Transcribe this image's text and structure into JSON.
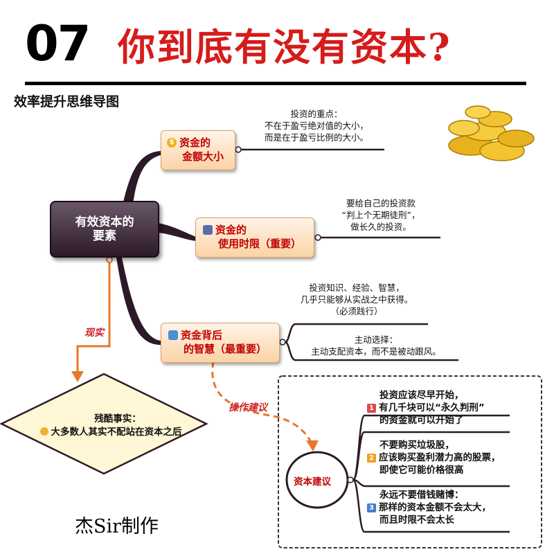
{
  "header": {
    "number": "07",
    "title": "你到底有没有资本?",
    "subtitle": "效率提升思维导图"
  },
  "central_node": "有效资本的\n要素",
  "branches": [
    {
      "label_line1": "资金的",
      "label_line2": "金额大小",
      "icon": "dollar-icon",
      "note": [
        "投资的重点：",
        "不在于盈亏绝对值的大小，",
        "而是在于盈亏比例的大小。"
      ]
    },
    {
      "label_line1": "资金的",
      "label_line2": "使用时限（重要）",
      "icon": "bar-chart-icon",
      "note": [
        "要给自己的投资款",
        "“判上个无期徒刑”，",
        "做长久的投资。"
      ]
    },
    {
      "label_line1": "资金背后",
      "label_line2": "的智慧（最重要）",
      "icon": "people-icon",
      "note": [
        "投资知识、经验、智慧，",
        "几乎只能够从实战之中获得。",
        "（必须践行）"
      ],
      "sub_note": [
        "主动选择：",
        "主动支配资本，而不是被动跟风。"
      ]
    }
  ],
  "reality": {
    "connector_label": "现实",
    "title": "残酷事实：",
    "text": "大多数人其实不配站在资本之后",
    "icon": "warning-face-icon"
  },
  "advice": {
    "connector_label": "操作建议",
    "hub_label": "资本建议",
    "items": [
      {
        "num": "1",
        "color": "#e04848",
        "lines": [
          "投资应该尽早开始，",
          "有几千块可以“永久判刑”",
          "的资金就可以开始了"
        ]
      },
      {
        "num": "2",
        "color": "#f0a020",
        "lines": [
          "不要购买垃圾股，",
          "应该购买盈利潜力高的股票，",
          "即使它可能价格很高"
        ]
      },
      {
        "num": "3",
        "color": "#3f7fd0",
        "lines": [
          "永远不要借钱赌博：",
          "那样的资本金额不会太大，",
          "而且时限不会太长"
        ]
      }
    ]
  },
  "signature": "杰Sir制作",
  "colors": {
    "title_red": "#d61b1b",
    "branch_dark": "#2c1a28",
    "orange_line": "#e8772a",
    "node_text": "#c00000"
  }
}
